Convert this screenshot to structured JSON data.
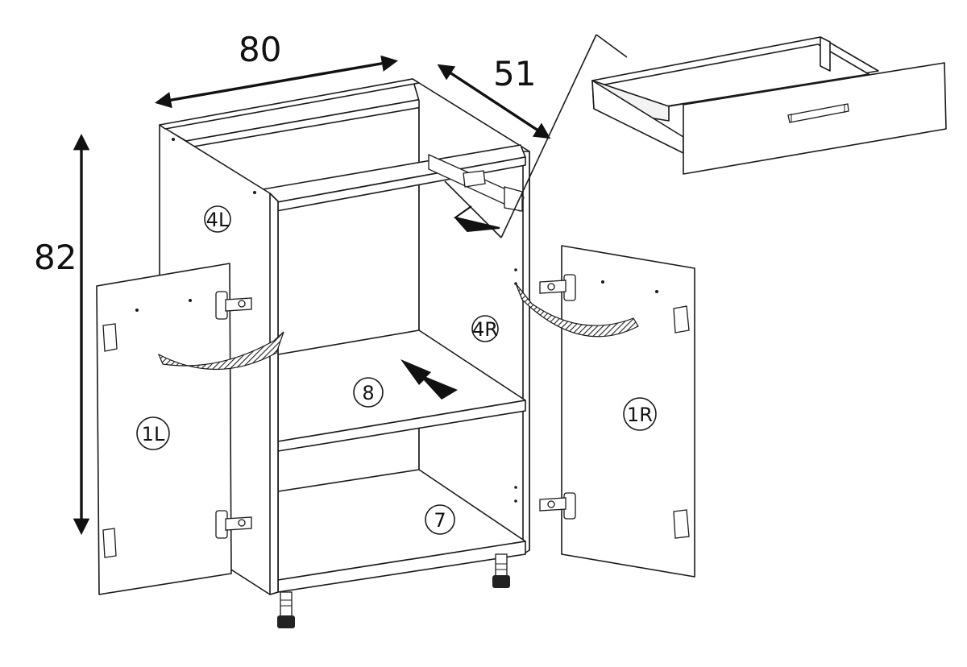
{
  "dimensions": {
    "width": "80",
    "depth": "51",
    "height": "82"
  },
  "parts": {
    "side_left": "4L",
    "side_right": "4R",
    "door_left": "1L",
    "door_right": "1R",
    "shelf": "8",
    "bottom": "7"
  }
}
